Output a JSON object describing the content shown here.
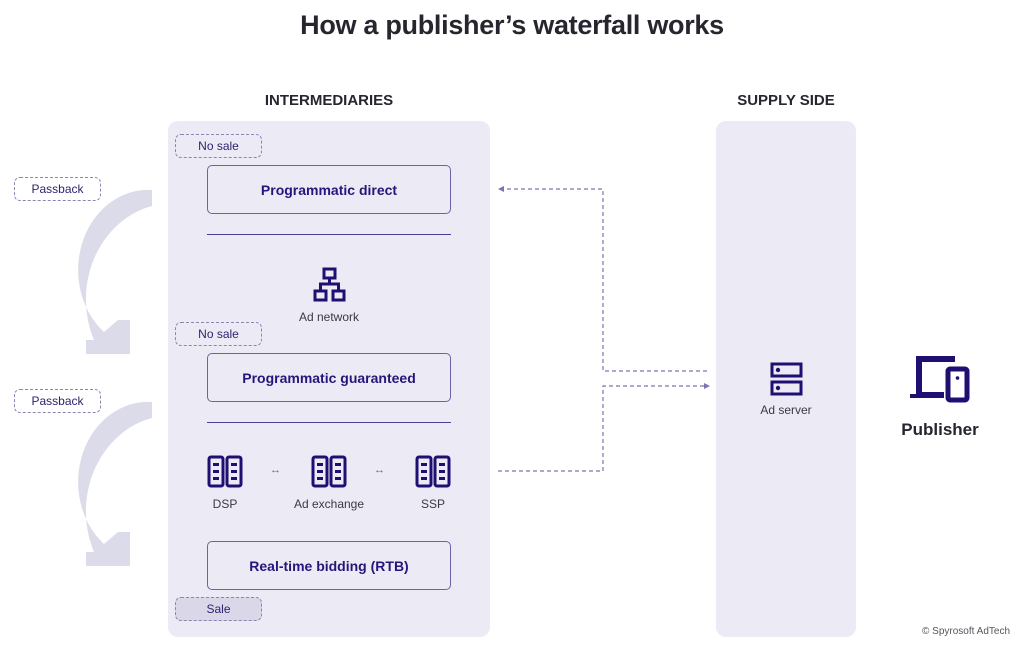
{
  "title": "How a publisher’s waterfall works",
  "sections": {
    "intermediaries": "INTERMEDIARIES",
    "supply_side": "SUPPLY SIDE"
  },
  "tags": {
    "no_sale_1": "No sale",
    "no_sale_2": "No sale",
    "sale": "Sale",
    "passback_1": "Passback",
    "passback_2": "Passback"
  },
  "boxes": {
    "programmatic_direct": "Programmatic direct",
    "programmatic_guaranteed": "Programmatic guaranteed",
    "rtb": "Real-time bidding (RTB)"
  },
  "nodes": {
    "ad_network": "Ad network",
    "dsp": "DSP",
    "ad_exchange": "Ad exchange",
    "ssp": "SSP",
    "ad_server": "Ad server",
    "publisher": "Publisher"
  },
  "connectors": {
    "bidirectional": "↔"
  },
  "icons": {
    "ad_network": "network-hierarchy-icon",
    "dsp": "server-rack-icon",
    "ad_exchange": "server-rack-icon",
    "ssp": "server-rack-icon",
    "ad_server": "server-icon",
    "publisher": "devices-icon"
  },
  "colors": {
    "accent": "#1f0f73",
    "panel": "#ecebf5",
    "curved_arrow": "#dcdbea",
    "dashed_line": "#7a74b4"
  },
  "footer": {
    "copyright": "© Spyrosoft AdTech"
  }
}
